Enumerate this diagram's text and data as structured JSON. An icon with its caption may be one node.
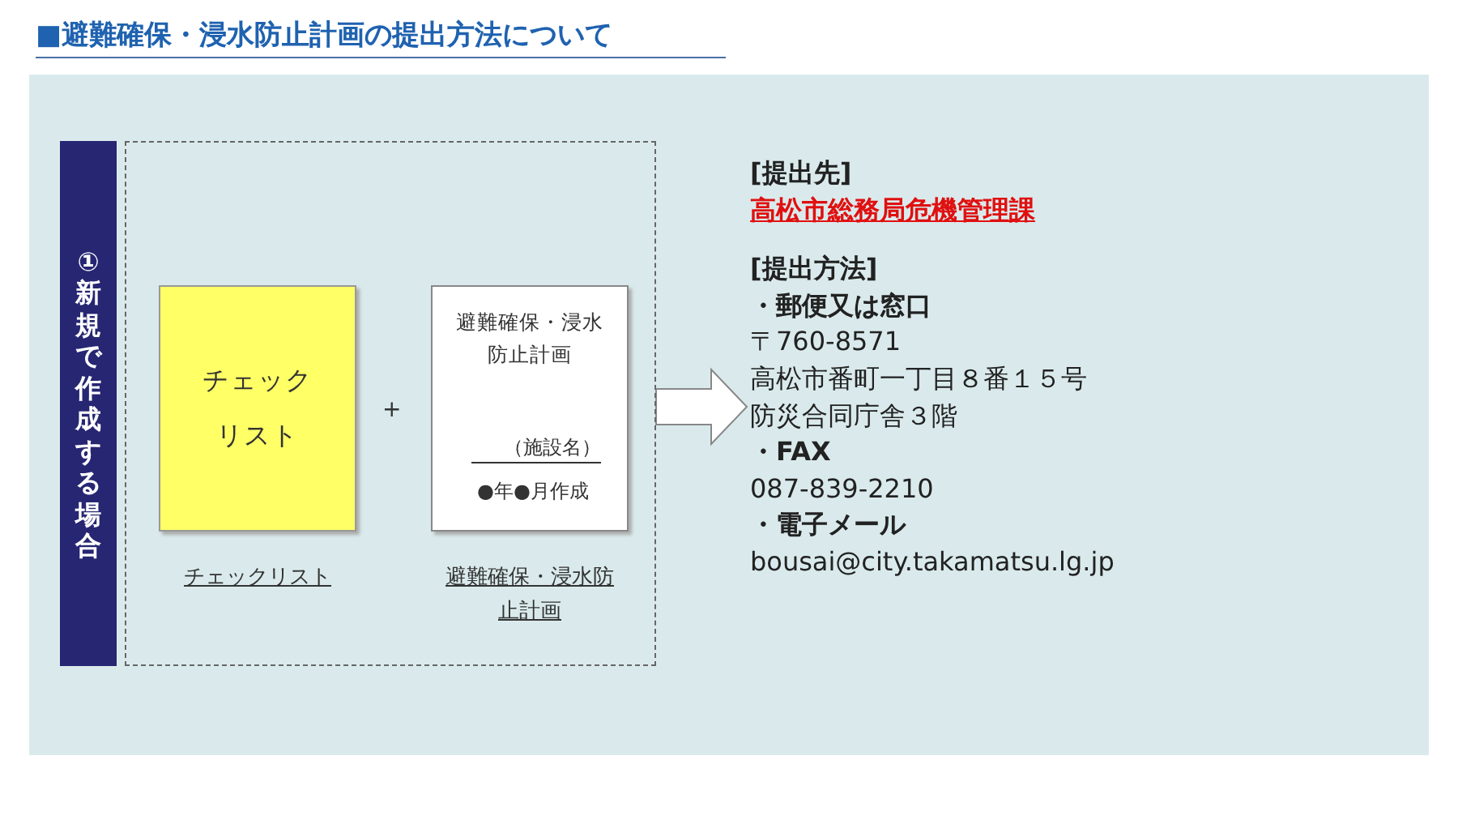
{
  "diagram": {
    "title": "■避難確保・浸水防止計画の提出方法について",
    "nodes": [
      {
        "text": [
          "①新規で作成する場合"
        ]
      },
      {
        "text": [],
        "shape": "box"
      },
      {
        "text": [
          "チェックリスト"
        ],
        "in": 1,
        "beside": [
          "チェックリスト"
        ]
      },
      {
        "text": [
          "避難確保・浸水防止計画",
          "（施設名）",
          "●年●月作成"
        ],
        "in": 1,
        "beside": [
          "避難確保・浸水防止計画"
        ]
      },
      {
        "text": [
          "[提出先]",
          "高松市総務局危機管理課",
          "[提出方法]",
          "・郵便又は窓口",
          "〒760-8571",
          "高松市番町一丁目８番１５号",
          "防災合同庁舎３階",
          "・FAX",
          "087-839-2210",
          "・電子メール",
          "bousai@city.takamatsu.lg.jp"
        ]
      }
    ],
    "edges": [
      {
        "from": 1,
        "to": 4,
        "arrow": "to"
      }
    ],
    "labels": [
      "+"
    ]
  }
}
